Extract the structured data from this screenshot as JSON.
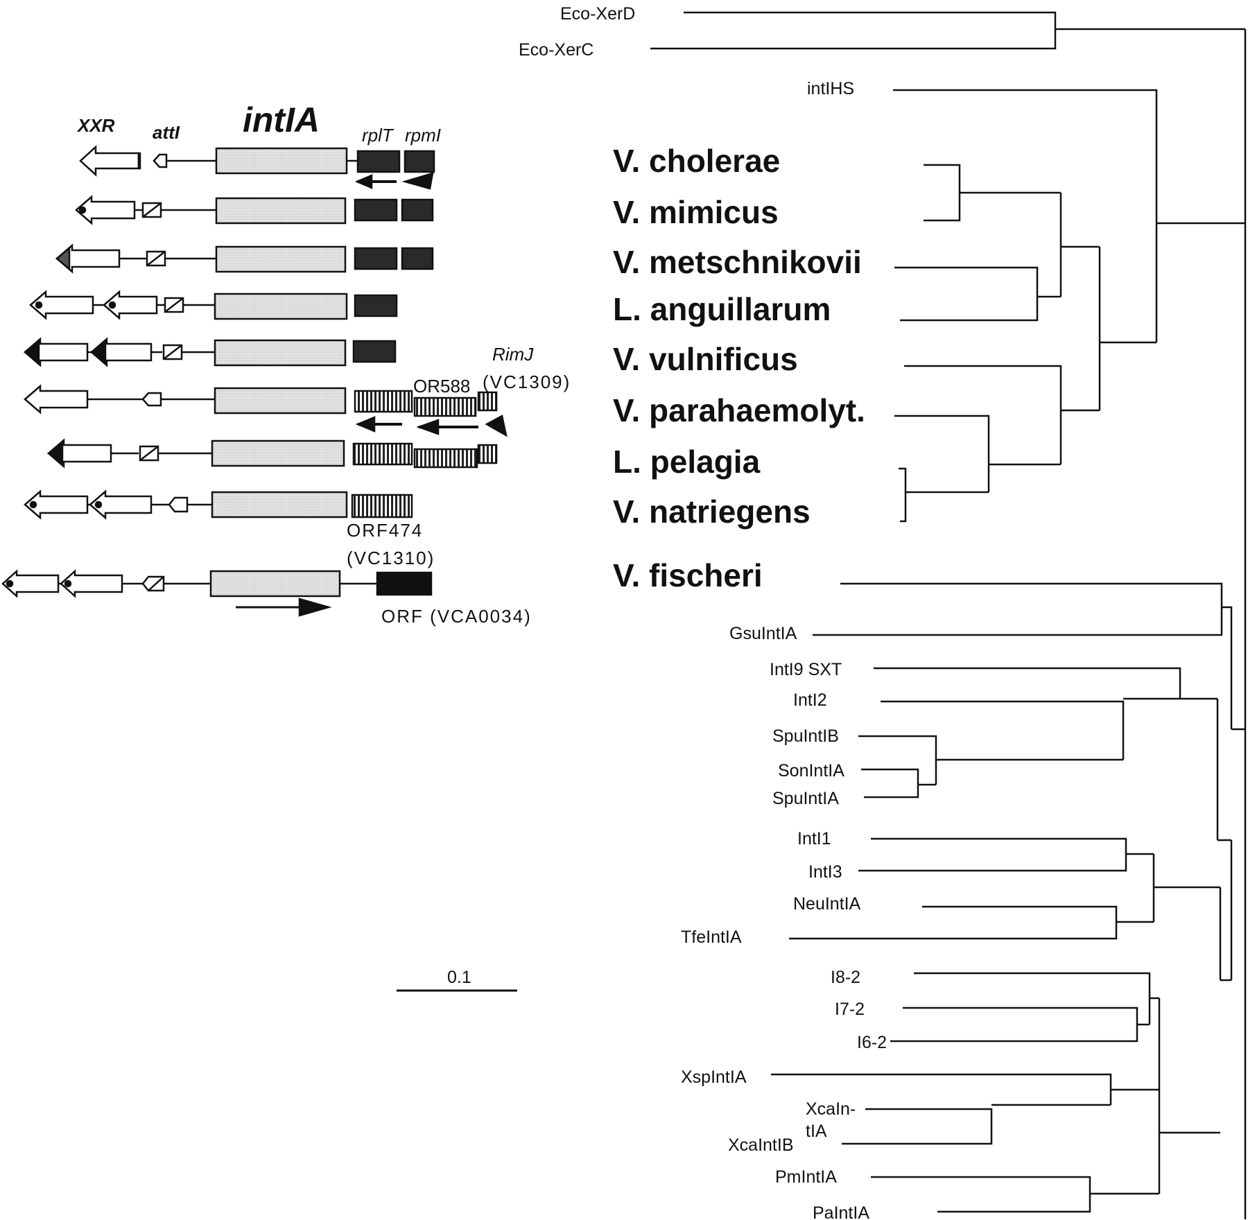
{
  "gene_labels": {
    "xxr": "XXR",
    "atti": "attI",
    "intia": "intIA",
    "rplt": "rplT",
    "rpmi": "rpmI",
    "rimj": "RimJ",
    "vc1309": "(VC1309)",
    "or588": "OR588",
    "orf474": "ORF474",
    "vc1310": "(VC1310)",
    "orf_vca0034": "ORF (VCA0034)"
  },
  "scale_bar": {
    "label": "0.1"
  },
  "tree_leaves": {
    "eco_xerd": "Eco-XerD",
    "eco_xerc": "Eco-XerC",
    "intihs": "intIHS",
    "v_cholerae": "V. cholerae",
    "v_mimicus": "V. mimicus",
    "v_metschnikovii": "V. metschnikovii",
    "l_anguillarum": "L. anguillarum",
    "v_vulnificus": "V. vulnificus",
    "v_parahaemolyt": "V. parahaemolyt.",
    "l_pelagia": "L. pelagia",
    "v_natriegens": "V. natriegens",
    "v_fischeri": "V. fischeri",
    "gsuintia": "GsuIntIA",
    "inti9_sxt": "IntI9 SXT",
    "inti2": "IntI2",
    "spuintib": "SpuIntIB",
    "sonintia": "SonIntIA",
    "spuintia": "SpuIntIA",
    "inti1": "IntI1",
    "inti3": "IntI3",
    "neuintia": "NeuIntIA",
    "tfeintia": "TfeIntIA",
    "i8_2": "I8-2",
    "i7_2": "I7-2",
    "i6_2": "I6-2",
    "xspintia": "XspIntIA",
    "xcaintia_1": "XcaIn-",
    "xcaintia_2": "tIA",
    "xcaintib": "XcaIntIB",
    "pmintia": "PmIntIA",
    "paintia": "PaIntIA"
  },
  "colors": {
    "line": "#111111",
    "gene_fill": "#d9d9d9",
    "dark_fill": "#2a2a2a"
  }
}
